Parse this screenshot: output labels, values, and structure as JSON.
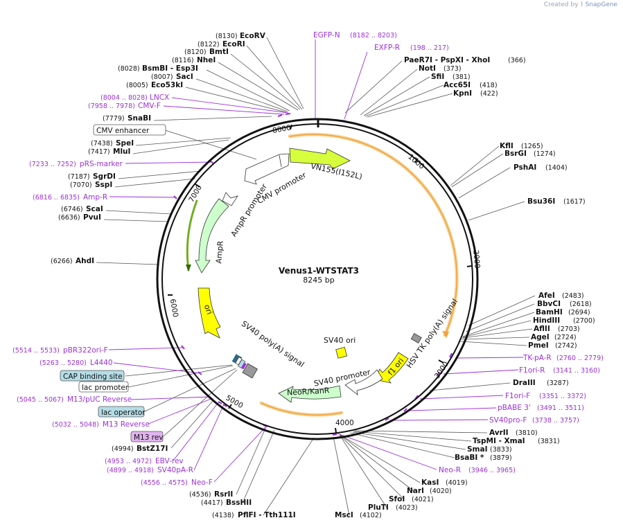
{
  "watermark": {
    "prefix": "Created by",
    "brand": "SnapGene"
  },
  "plasmid": {
    "name": "Venus1-WTSTAT3",
    "length_label": "8245 bp"
  },
  "tick_labels": [
    "8000",
    "1000",
    "2000",
    "3000",
    "4000",
    "5000",
    "6000",
    "7000"
  ],
  "features": {
    "vn155": "VN155(I152L)",
    "cmv_promoter": "CMV promoter",
    "ampr_promoter": "AmpR promoter",
    "ampr": "AmpR",
    "ori": "ori",
    "sv40_polya": "SV40 poly(A) signal",
    "sv40_ori": "SV40 ori",
    "hsv_tk": "HSV TK poly(A) signal",
    "f1_ori": "f1 ori",
    "sv40_promoter": "SV40 promoter",
    "neor": "NeoR/KanR"
  },
  "sites_left": [
    {
      "pos": "(8130)",
      "name": "EcoRV"
    },
    {
      "pos": "(8122)",
      "name": "EcoRI"
    },
    {
      "pos": "(8120)",
      "name": "BmtI"
    },
    {
      "pos": "(8116)",
      "name": "NheI"
    },
    {
      "pos": "(8028)",
      "name": "BsmBI  - Esp3I"
    },
    {
      "pos": "(8007)",
      "name": "SacI"
    },
    {
      "pos": "(8005)",
      "name": "Eco53kI"
    },
    {
      "pos": "(7779)",
      "name": "SnaBI"
    },
    {
      "pos": "(7438)",
      "name": "SpeI"
    },
    {
      "pos": "(7417)",
      "name": "MluI"
    },
    {
      "pos": "(7187)",
      "name": "SgrDI"
    },
    {
      "pos": "(7070)",
      "name": "SspI"
    },
    {
      "pos": "(6746)",
      "name": "ScaI"
    },
    {
      "pos": "(6636)",
      "name": "PvuI"
    },
    {
      "pos": "(6266)",
      "name": "AhdI"
    },
    {
      "pos": "(4994)",
      "name": "BstZ17I"
    },
    {
      "pos": "(4536)",
      "name": "RsrII"
    },
    {
      "pos": "(4417)",
      "name": "BssHII"
    },
    {
      "pos": "(4138)",
      "name": "PflFI  - Tth111I"
    }
  ],
  "sites_right": [
    {
      "name": "PaeR7I  - PspXI  - XhoI",
      "pos": "(366)"
    },
    {
      "name": "NotI",
      "pos": "(373)"
    },
    {
      "name": "SfiI",
      "pos": "(381)"
    },
    {
      "name": "Acc65I",
      "pos": "(418)"
    },
    {
      "name": "KpnI",
      "pos": "(422)"
    },
    {
      "name": "KflI",
      "pos": "(1265)"
    },
    {
      "name": "BsrGI",
      "pos": "(1274)"
    },
    {
      "name": "PshAI",
      "pos": "(1404)"
    },
    {
      "name": "Bsu36I",
      "pos": "(1617)"
    },
    {
      "name": "AfeI",
      "pos": "(2483)"
    },
    {
      "name": "BbvCI",
      "pos": "(2618)"
    },
    {
      "name": "BamHI",
      "pos": "(2694)"
    },
    {
      "name": "HindIII",
      "pos": "(2700)"
    },
    {
      "name": "AflII",
      "pos": "(2703)"
    },
    {
      "name": "AgeI",
      "pos": "(2724)"
    },
    {
      "name": "PmeI",
      "pos": "(2742)"
    },
    {
      "name": "DraIII",
      "pos": "(3287)"
    },
    {
      "name": "AvrII",
      "pos": "(3810)"
    },
    {
      "name": "TspMI  - XmaI",
      "pos": "(3831)"
    },
    {
      "name": "SmaI",
      "pos": "(3833)"
    },
    {
      "name": "BsaBI *",
      "pos": "(3879)"
    },
    {
      "name": "KasI",
      "pos": "(4019)"
    },
    {
      "name": "NarI",
      "pos": "(4020)"
    },
    {
      "name": "SfoI",
      "pos": "(4021)"
    },
    {
      "name": "PluTI",
      "pos": "(4023)"
    },
    {
      "name": "MscI",
      "pos": "(4102)"
    }
  ],
  "primers": [
    {
      "name": "EGFP-N",
      "pos": "(8182 .. 8203)"
    },
    {
      "name": "EXFP-R",
      "pos": "(198 .. 217)"
    },
    {
      "name": "LNCX",
      "pos": "(8004 .. 8028)"
    },
    {
      "name": "CMV-F",
      "pos": "(7958 .. 7978)"
    },
    {
      "name": "pRS-marker",
      "pos": "(7233 .. 7252)"
    },
    {
      "name": "Amp-R",
      "pos": "(6816 .. 6835)"
    },
    {
      "name": "pBR322ori-F",
      "pos": "(5514 .. 5533)"
    },
    {
      "name": "L4440",
      "pos": "(5263 .. 5280)"
    },
    {
      "name": "M13/pUC Reverse",
      "pos": "(5045 .. 5067)"
    },
    {
      "name": "M13 Reverse",
      "pos": "(5032 .. 5048)"
    },
    {
      "name": "EBV-rev",
      "pos": "(4953 .. 4972)"
    },
    {
      "name": "SV40pA-R",
      "pos": "(4899 .. 4918)"
    },
    {
      "name": "Neo-F",
      "pos": "(4556 .. 4575)"
    },
    {
      "name": "TK-pA-R",
      "pos": "(2760 .. 2779)"
    },
    {
      "name": "F1ori-R",
      "pos": "(3141 .. 3160)"
    },
    {
      "name": "F1ori-F",
      "pos": "(3351 .. 3372)"
    },
    {
      "name": "pBABE 3'",
      "pos": "(3491 .. 3511)"
    },
    {
      "name": "SV40pro-F",
      "pos": "(3738 .. 3757)"
    },
    {
      "name": "Neo-R",
      "pos": "(3946 .. 3965)"
    }
  ],
  "boxed_labels": {
    "cmv_enhancer": "CMV enhancer",
    "cap_binding_site": "CAP binding site",
    "lac_promoter": "lac promoter",
    "lac_operator": "lac operator",
    "m13_rev": "M13 rev"
  },
  "colors": {
    "backbone": "#111111",
    "primer": "#9b30d9",
    "orf_orange": "#f0a23c",
    "vn155": "#d6ff3c",
    "ampr": "#ccffcc",
    "ori": "#ffff00",
    "f1_ori": "#ffff00",
    "sv40_ori": "#ffff00",
    "neor": "#ccffcc",
    "gray_feature": "#999999",
    "box_cyan": "#b4dce6",
    "box_purple": "#e0b4f0"
  }
}
